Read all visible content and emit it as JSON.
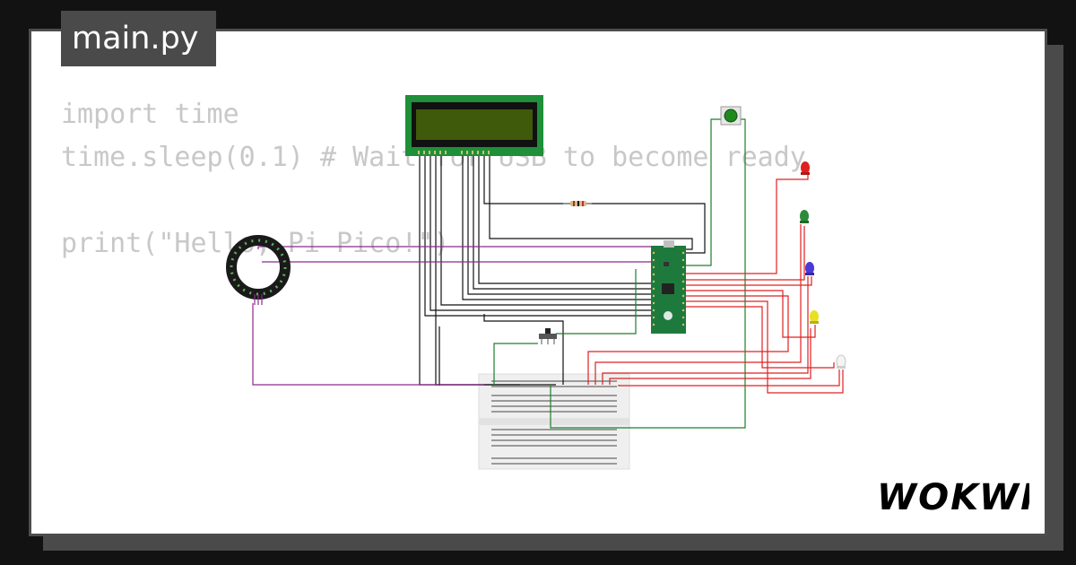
{
  "editor": {
    "filename": "main.py",
    "code_lines": [
      "import time",
      "time.sleep(0.1) # Wait for USB to become ready",
      "",
      "print(\"Hello, Pi Pico!\")"
    ]
  },
  "brand": {
    "logo_text": "WOKWI"
  },
  "colors": {
    "background": "#121212",
    "card": "#ffffff",
    "tab": "#4a4a4a",
    "code_text": "#c8c8c8",
    "lcd_board": "#1f8f3a",
    "lcd_screen": "#3f5a0a",
    "pico_board": "#1e7a3c",
    "wire_black": "#111111",
    "wire_red": "#e02020",
    "wire_green": "#1d7f2a",
    "wire_purple": "#8a2a8a"
  },
  "components": {
    "lcd": "lcd-1602-display",
    "neopixel_ring": "neopixel-ring",
    "pico": "raspberry-pi-pico",
    "pushbutton": "pushbutton-green",
    "resistor": "resistor",
    "slide_switch": "slide-switch",
    "breadboard": "half-breadboard",
    "leds": [
      "red",
      "green",
      "blue",
      "yellow",
      "white"
    ]
  }
}
